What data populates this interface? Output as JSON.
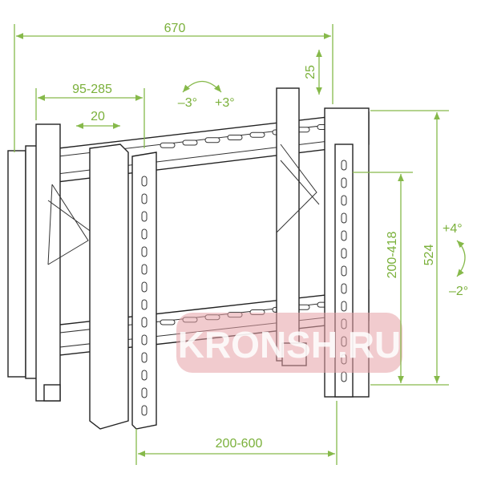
{
  "dimensions": {
    "total_width": "670",
    "arm_spacing": "95-285",
    "lateral_shift": "20",
    "depth": "25",
    "tilt_left": "–3°",
    "tilt_right": "+3°",
    "height": "524",
    "vertical_hole_spacing": "200-418",
    "tilt_up": "+4°",
    "tilt_down": "–2°",
    "horizontal_hole_spacing": "200-600"
  },
  "watermark": "KRONSH.RU",
  "colors": {
    "dimension": "#7ab03a",
    "drawing": "#222222",
    "watermark": "#e6a0a6"
  }
}
